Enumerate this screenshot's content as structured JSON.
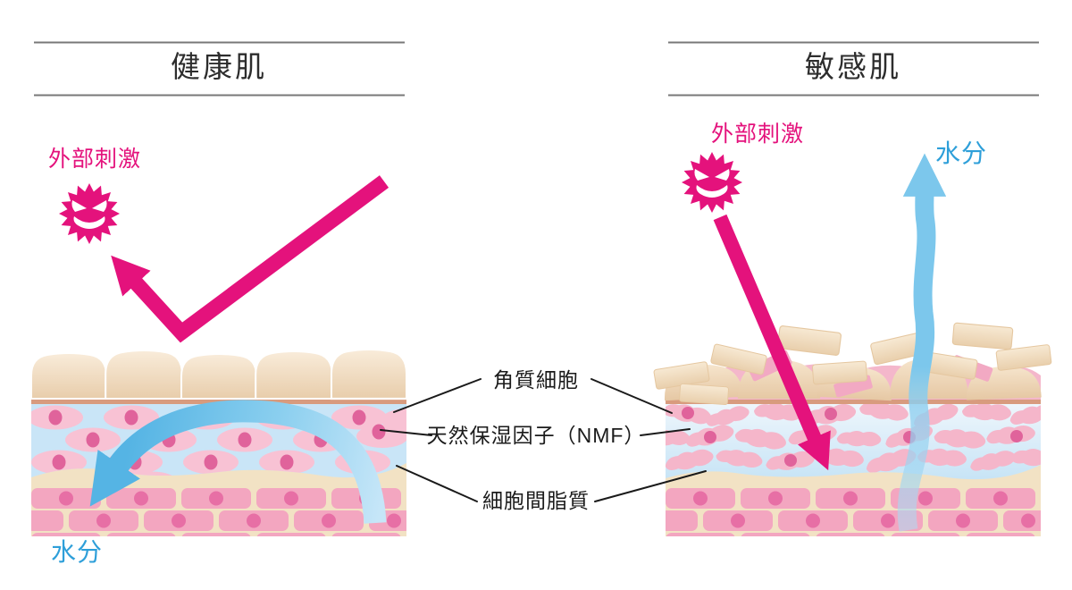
{
  "diagram": {
    "left_panel": {
      "title": "健康肌",
      "stimulus_label": "外部刺激",
      "moisture_label": "水分"
    },
    "right_panel": {
      "title": "敏感肌",
      "stimulus_label": "外部刺激",
      "moisture_label": "水分"
    },
    "center_labels": {
      "corneocyte": "角質細胞",
      "nmf": "天然保湿因子（NMF）",
      "lipid": "細胞間脂質"
    },
    "colors": {
      "accent_pink": "#e4127c",
      "water_blue": "#7cc7ec",
      "water_blue_dark": "#55b4e4",
      "water_text_blue": "#2e9fd9",
      "layer_blue": "#c9e5f7",
      "cell_pink": "#f8c2d4",
      "nucleus_pink": "#e0639b",
      "brick_pink": "#f3a6c0",
      "brick_dot_pink": "#e76fa5",
      "cream": "#f2e2c4",
      "tan_line": "#d89b7e",
      "title_rule_gray": "#787878"
    }
  }
}
